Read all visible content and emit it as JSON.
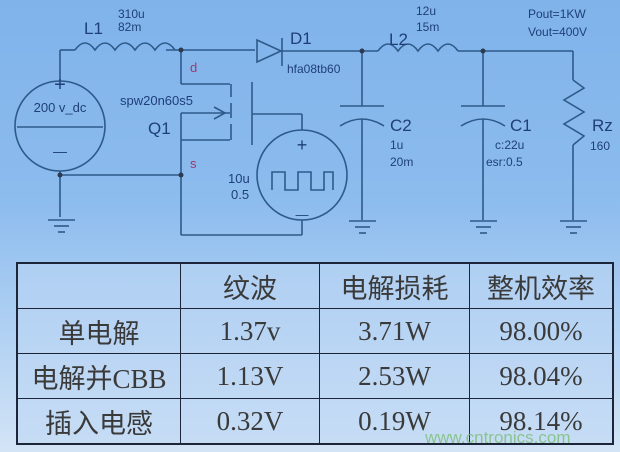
{
  "schematic": {
    "source": {
      "label": "200 v_dc",
      "plus": "+",
      "minus": "—"
    },
    "L1": {
      "name": "L1",
      "value1": "310u",
      "value2": "82m"
    },
    "D1": {
      "name": "D1",
      "part": "hfa08tb60"
    },
    "Q1": {
      "name": "Q1",
      "part": "spw20n60s5",
      "drain": "d",
      "source": "s"
    },
    "pulse": {
      "value1": "10u",
      "value2": "0.5",
      "plus": "+",
      "minus": "—"
    },
    "L2": {
      "name": "L2",
      "value1": "12u",
      "value2": "15m"
    },
    "C2": {
      "name": "C2",
      "value1": "1u",
      "value2": "20m"
    },
    "C1": {
      "name": "C1",
      "value1": "c:22u",
      "value2": "esr:0.5"
    },
    "Rz": {
      "name": "Rz",
      "value": "160"
    },
    "spec": {
      "pout": "Pout=1KW",
      "vout": "Vout=400V"
    }
  },
  "table": {
    "headers": [
      "",
      "纹波",
      "电解损耗",
      "整机效率"
    ],
    "rows": [
      [
        "单电解",
        "1.37v",
        "3.71W",
        "98.00%"
      ],
      [
        "电解并CBB",
        "1.13V",
        "2.53W",
        "98.04%"
      ],
      [
        "插入电感",
        "0.32V",
        "0.19W",
        "98.14%"
      ]
    ]
  },
  "watermark": "www.cntronics.com",
  "colors": {
    "wire": "#2e5a8a",
    "label": "#1f3f78",
    "net_label": "#9a3a6a"
  }
}
